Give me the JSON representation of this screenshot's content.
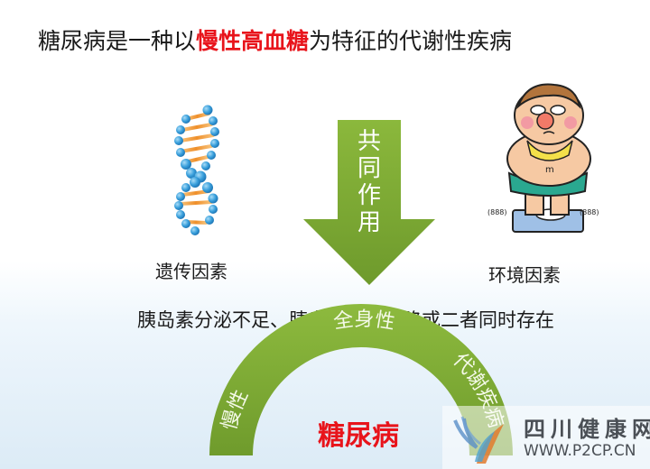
{
  "title": {
    "prefix": "糖尿病是一种以",
    "highlight": "慢性高血糖",
    "suffix": "为特征的代谢性疾病"
  },
  "factors": {
    "genetic": {
      "label": "遗传因素",
      "icon": "dna-helix-icon"
    },
    "environment": {
      "label": "环境因素",
      "icon": "overweight-person-on-scale-icon"
    }
  },
  "arrow": {
    "chars": [
      "共",
      "同",
      "作",
      "用"
    ],
    "color": "#7fab34"
  },
  "mechanism": "胰岛素分泌不足、胰岛素作用缺陷或二者同时存在",
  "arc": {
    "left_label": "慢性",
    "top_label": "全身性",
    "right_label": "代谢疾病",
    "color": "#7fab34"
  },
  "disease": "糖尿病",
  "watermark": {
    "name": "四川健康网",
    "url": "WWW.P2CP.CN"
  },
  "colors": {
    "accent_red": "#e8141b",
    "green": "#7fab34",
    "text": "#1a1a1a"
  }
}
